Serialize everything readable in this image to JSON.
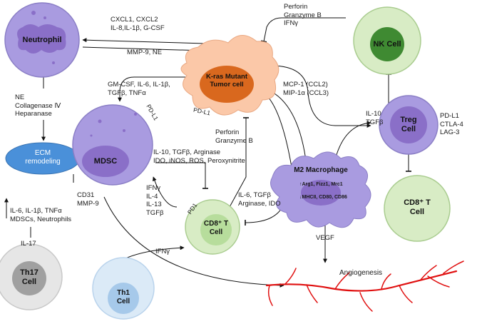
{
  "colors": {
    "neutrophil": "#a99be0",
    "tumor": "#fbc8a8",
    "tumor_nucleus": "#d9681e",
    "nk_outer": "#d8ecc5",
    "nk_inner": "#3f8a32",
    "mdsc": "#a99be0",
    "m2": "#a99be0",
    "treg": "#a99be0",
    "cd8": "#d8ecc5",
    "th17_outer": "#e6e6e6",
    "th17_inner": "#a0a0a0",
    "th1_outer": "#dbeaf7",
    "th1_inner": "#a6c9ea",
    "ecm": "#4a90d9",
    "angio": "#e01010"
  },
  "cells": {
    "neutrophil": "Neutrophil",
    "tumor": [
      "K-ras Mutant",
      "Tumor cell"
    ],
    "nk": "NK Cell",
    "mdsc": "MDSC",
    "m2": "M2 Macrophage",
    "m2_up": "Arg1, Fizz1, Mrc1",
    "m2_down": "MHCII, CD80, CD86",
    "treg": [
      "Treg",
      "Cell"
    ],
    "treg_markers": [
      "PD-L1",
      "CTLA-4",
      "LAG-3"
    ],
    "cd8_center": [
      "CD8⁺ T",
      "Cell"
    ],
    "cd8_right": [
      "CD8⁺ T",
      "Cell"
    ],
    "th17": [
      "Th17",
      "Cell"
    ],
    "th1": [
      "Th1",
      "Cell"
    ],
    "ecm": [
      "ECM",
      "remodeling"
    ],
    "angiogenesis": "Angiogenesis"
  },
  "labels": {
    "cxcl": [
      "CXCL1, CXCL2",
      "IL-8,IL-1β, G-CSF"
    ],
    "mmp_ne": "MMP-9, NE",
    "perforin_nk": [
      "Perforin",
      "Granzyme B",
      "IFNγ"
    ],
    "ne_coll": [
      "NE",
      "Collagenase Ⅳ",
      "Heparanase"
    ],
    "gmcsf": [
      "GM-CSF, IL-6, IL-1β,",
      "TGFβ, TNFα"
    ],
    "pdl1_tumor": "PD-L1",
    "pdl1_mdsc": "PD-L1",
    "pd1": "PD1",
    "mcp": [
      "MCP-1 (CCL2)",
      "MIP-1α (CCL3)"
    ],
    "il10_tgfb_treg": [
      "IL-10",
      "TGFβ"
    ],
    "perforin_cd8": [
      "Perforin",
      "Granzyme B"
    ],
    "mdsc_suppress": [
      "IL-10, TGFβ, Arginase",
      "IDO, iNOS, ROS, Peroxynitrite"
    ],
    "cd31": [
      "CD31",
      "MMP-9"
    ],
    "il6_th17": [
      "IL-6, IL-1β, TNFα",
      "MDSCs, Neutrophils"
    ],
    "il17": "IL-17",
    "ifn_cd8": [
      "IFNγ",
      "IL-4",
      "IL-13",
      "TGFβ"
    ],
    "il6_m2": [
      "IL-6, TGFβ",
      "Arginase, IDO"
    ],
    "vegf": "VEGF",
    "ifn_th1": "IFNγ"
  }
}
